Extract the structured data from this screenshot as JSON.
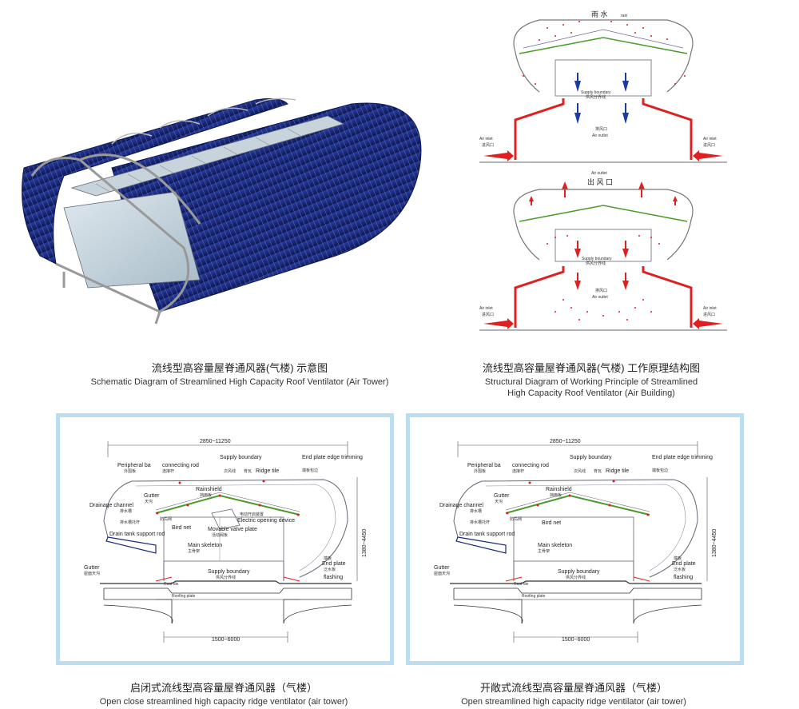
{
  "panels": {
    "top_left": {
      "caption_cn": "流线型高容量屋脊通风器(气楼) 示意图",
      "caption_en": "Schematic Diagram of Streamlined High Capacity Roof Ventilator (Air Tower)"
    },
    "top_right": {
      "caption_cn": "流线型高容量屋脊通风器(气楼) 工作原理结构图",
      "caption_en_1": "Structural Diagram of Working Principle of Streamlined",
      "caption_en_2": "High Capacity Roof Ventilator (Air Building)",
      "rain_label_cn": "雨  水",
      "rain_label_en": "rain",
      "supply_boundary_en": "Supply boundary",
      "supply_boundary_cn": "供风分界线",
      "air_outlet_cn": "排风口",
      "air_outlet_en": "Air outlet",
      "air_inlet_en": "Air inlet",
      "air_inlet_cn": "进风口",
      "air_outlet_top_en": "Air outlet",
      "air_outlet_top_cn": "出 风 口"
    },
    "bottom_left": {
      "caption_cn": "启闭式流线型高容量屋脊通风器（气楼）",
      "caption_en": "Open close streamlined high capacity ridge ventilator (air tower)",
      "dim_top": "2850~11250",
      "dim_bottom": "1500~6000",
      "dim_side": "1380~4450",
      "labels": {
        "peripheral": "Peripheral ba",
        "peripheral_cn": "外围板",
        "connecting_rod": "connecting rod",
        "connecting_rod_cn": "连接杆",
        "supply_boundary": "Supply boundary",
        "supply_boundary_cn": "次风线",
        "ridge_tile": "Ridge tile",
        "ridge_tile_cn": "脊瓦",
        "end_plate_edge": "End plate edge trimming",
        "end_plate_edge_cn": "端板包边",
        "rainshield": "Rainshield",
        "rainshield_cn": "挡雨板",
        "gutter": "Gutter",
        "gutter_cn": "天沟",
        "drainage_channel": "Drainage channel",
        "drainage_channel_cn": "排水槽",
        "drain_tank_cn": "排水槽托杆",
        "drain_tank": "Drain tank support rod",
        "electric_device": "Electric opening device",
        "electric_device_cn": "电动开启装置",
        "bird_net": "Bird net",
        "bird_net_cn": "防鸟网",
        "movable_valve": "Movable valve plate",
        "movable_valve_cn": "活动阀板",
        "main_skeleton": "Main skeleton",
        "main_skeleton_cn": "主骨架",
        "supply_boundary2": "Supply boundary",
        "supply_boundary2_cn": "供风分界线",
        "end_plate": "End plate",
        "end_plate_cn": "端板",
        "flashing": "flashing",
        "flashing_cn": "泛水板",
        "gutter2": "Gutter",
        "gutter2_cn": "屋面天沟",
        "roof_tile": "Roof tile",
        "roof_tile_cn": "屋面板",
        "roofing_plate": "Roofing plate",
        "roofing_plate_cn": "屋面底板"
      }
    },
    "bottom_right": {
      "caption_cn": "开敞式流线型高容量屋脊通风器（气楼）",
      "caption_en": "Open streamlined high capacity ridge ventilator (air tower)",
      "dim_top": "2850~11250",
      "dim_bottom": "1500~6000",
      "dim_side": "1380~4450",
      "labels": {
        "peripheral": "Peripheral ba",
        "peripheral_cn": "外围板",
        "connecting_rod": "connecting rod",
        "connecting_rod_cn": "连接杆",
        "supply_boundary": "Supply boundary",
        "supply_boundary_cn": "次风线",
        "ridge_tile": "Ridge tile",
        "ridge_tile_cn": "脊瓦",
        "end_plate_edge": "End plate edge trimming",
        "end_plate_edge_cn": "端板包边",
        "rainshield": "Rainshield",
        "rainshield_cn": "挡雨板",
        "gutter": "Gutter",
        "gutter_cn": "天沟",
        "drainage_channel": "Drainage channel",
        "drainage_channel_cn": "排水槽",
        "drain_tank_cn": "排水槽托杆",
        "drain_tank": "Drain tank support rod",
        "bird_net": "Bird net",
        "bird_net_cn": "防鸟网",
        "main_skeleton": "Main skeleton",
        "main_skeleton_cn": "主骨架",
        "supply_boundary2": "Supply boundary",
        "supply_boundary2_cn": "供风分界线",
        "end_plate": "End plate",
        "end_plate_cn": "端板",
        "flashing": "flashing",
        "flashing_cn": "泛水板",
        "gutter2": "Gutter",
        "gutter2_cn": "屋面天沟",
        "roof_tile": "Roof tile",
        "roof_tile_cn": "屋面板",
        "roofing_plate": "Roofing plate",
        "roofing_plate_cn": "屋面底板"
      }
    }
  },
  "colors": {
    "frame_border": "#bcdcf0",
    "ventilator_blue": "#1a2a7a",
    "airflow_red": "#e02020",
    "inflow_blue": "#1a3aa8",
    "ridge_green": "#4a9a2a"
  }
}
